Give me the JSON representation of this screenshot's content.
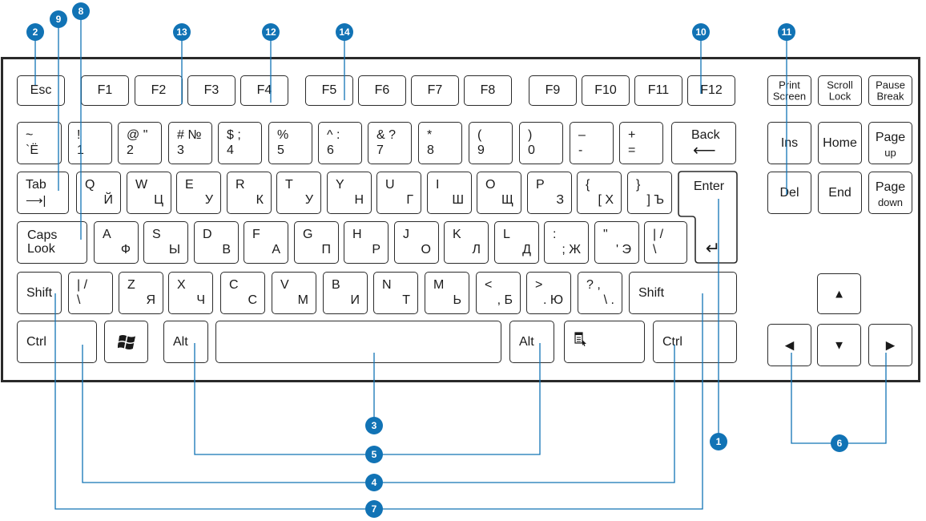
{
  "keys": {
    "esc": "Esc",
    "f1": "F1",
    "f2": "F2",
    "f3": "F3",
    "f4": "F4",
    "f5": "F5",
    "f6": "F6",
    "f7": "F7",
    "f8": "F8",
    "f9": "F9",
    "f10": "F10",
    "f11": "F11",
    "f12": "F12",
    "print_screen": "Print\nScreen",
    "scroll_lock": "Scroll\nLock",
    "pause_break": "Pause\nBreak",
    "grave": {
      "top": "~",
      "bottom": "`Ё"
    },
    "d1": {
      "top": "!",
      "bottom": "1"
    },
    "d2": {
      "top": "@ \"",
      "bottom": "2"
    },
    "d3": {
      "top": "# №",
      "bottom": "3"
    },
    "d4": {
      "top": "$ ;",
      "bottom": "4"
    },
    "d5": {
      "top": "%",
      "bottom": "5"
    },
    "d6": {
      "top": "^ :",
      "bottom": "6"
    },
    "d7": {
      "top": "& ?",
      "bottom": "7"
    },
    "d8": {
      "top": "*",
      "bottom": "8"
    },
    "d9": {
      "top": "(",
      "bottom": "9"
    },
    "d0": {
      "top": ")",
      "bottom": "0"
    },
    "minus": {
      "top": "–",
      "bottom": "-"
    },
    "equal": {
      "top": "+",
      "bottom": "="
    },
    "backspace": {
      "label": "Back",
      "arrow": "⟵"
    },
    "ins": "Ins",
    "home": "Home",
    "page_up": {
      "top": "Page",
      "bottom": "up"
    },
    "tab": {
      "label": "Tab",
      "arrow": "⟶|"
    },
    "q": {
      "lat": "Q",
      "cyr": "Й"
    },
    "w": {
      "lat": "W",
      "cyr": "Ц"
    },
    "e": {
      "lat": "E",
      "cyr": "У"
    },
    "r": {
      "lat": "R",
      "cyr": "К"
    },
    "t": {
      "lat": "T",
      "cyr": "У"
    },
    "y": {
      "lat": "Y",
      "cyr": "Н"
    },
    "u": {
      "lat": "U",
      "cyr": "Г"
    },
    "i": {
      "lat": "I",
      "cyr": "Ш"
    },
    "o": {
      "lat": "O",
      "cyr": "Щ"
    },
    "p": {
      "lat": "P",
      "cyr": "З"
    },
    "lbracket": {
      "lat": "{",
      "cyr": "[ Х"
    },
    "rbracket": {
      "lat": "}",
      "cyr": "] Ъ"
    },
    "enter": {
      "label": "Enter",
      "arrow": "↵"
    },
    "del": "Del",
    "end": "End",
    "page_down": {
      "top": "Page",
      "bottom": "down"
    },
    "caps": "Caps\nLook",
    "a": {
      "lat": "A",
      "cyr": "Ф"
    },
    "s": {
      "lat": "S",
      "cyr": "Ы"
    },
    "d": {
      "lat": "D",
      "cyr": "В"
    },
    "f": {
      "lat": "F",
      "cyr": "А"
    },
    "g": {
      "lat": "G",
      "cyr": "П"
    },
    "h": {
      "lat": "H",
      "cyr": "Р"
    },
    "j": {
      "lat": "J",
      "cyr": "О"
    },
    "k": {
      "lat": "K",
      "cyr": "Л"
    },
    "l": {
      "lat": "L",
      "cyr": "Д"
    },
    "semicolon": {
      "lat": ":",
      "cyr": "; Ж"
    },
    "quote": {
      "lat": "\"",
      "cyr": "' Э"
    },
    "backslash": {
      "lat": "| /",
      "cyr": "\\"
    },
    "lshift": "Shift",
    "lt102": {
      "lat": "| /",
      "cyr": "\\"
    },
    "z": {
      "lat": "Z",
      "cyr": "Я"
    },
    "x": {
      "lat": "X",
      "cyr": "Ч"
    },
    "c": {
      "lat": "C",
      "cyr": "С"
    },
    "v": {
      "lat": "V",
      "cyr": "М"
    },
    "b": {
      "lat": "B",
      "cyr": "И"
    },
    "n": {
      "lat": "N",
      "cyr": "Т"
    },
    "m": {
      "lat": "M",
      "cyr": "Ь"
    },
    "comma": {
      "lat": "<",
      "cyr": ", Б"
    },
    "period": {
      "lat": ">",
      "cyr": ". Ю"
    },
    "slash": {
      "lat": "? ,",
      "cyr": "\\ ."
    },
    "rshift": "Shift",
    "up": "▲",
    "lctrl": "Ctrl",
    "win": "win-logo-icon",
    "lalt": "Alt",
    "space": "",
    "ralt": "Alt",
    "menu": "menu-icon",
    "rctrl": "Ctrl",
    "left": "◀",
    "down": "▼",
    "right": "▶"
  },
  "callouts": [
    "1",
    "2",
    "3",
    "4",
    "5",
    "6",
    "7",
    "8",
    "9",
    "10",
    "11",
    "12",
    "13",
    "14"
  ],
  "colors": {
    "badge": "#1173b5",
    "outline": "#2b2b2b",
    "leader": "#1173b5"
  }
}
